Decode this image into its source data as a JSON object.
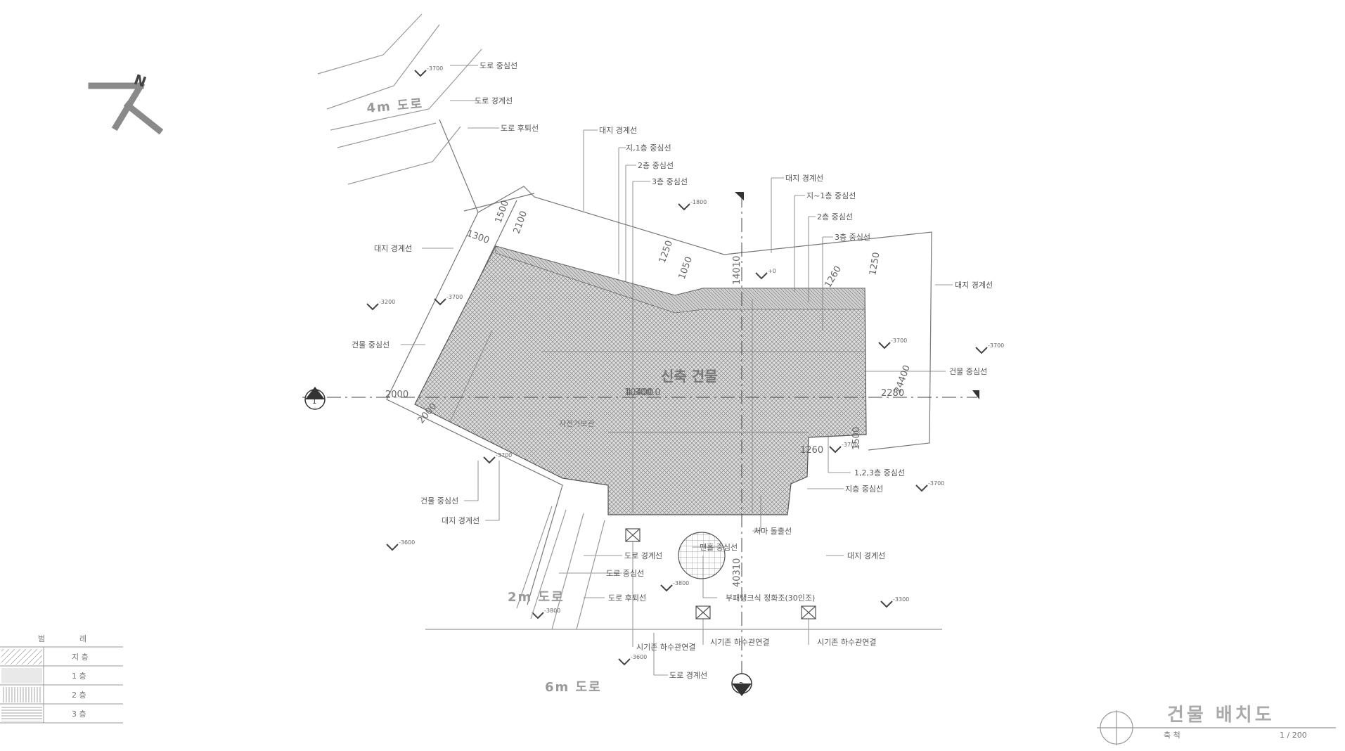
{
  "north_label": "N",
  "roads": {
    "road_4m": "4m 도로",
    "road_2m": "2m 도로",
    "road_6m": "6m 도로"
  },
  "callouts": [
    "도로 중심선",
    "도로 경계선",
    "도로 후퇴선",
    "대지 경계선",
    "지,1층 중심선",
    "2층 중심선",
    "3층 중심선",
    "대지 경계선",
    "지~1층 중심선",
    "2층 중심선",
    "3층 중심선",
    "대지 경계선",
    "대지 경계선",
    "건물 중심선",
    "건물 중심선",
    "1,2,3층 중심선",
    "지층 중심선",
    "건물 중심선",
    "대지 경계선",
    "처마 돌출선",
    "대지 경계선",
    "도로 경계선",
    "도로 중심선",
    "도로 후퇴선",
    "맨홀 중심선",
    "부패탱크식 정화조(30인조)",
    "시기존 하수관연결",
    "시기존 하수관연결",
    "시기존 하수관연결",
    "도로 경계선"
  ],
  "dimensions": [
    "1300",
    "1500",
    "2100",
    "1250",
    "1050",
    "14010",
    "1260",
    "1250",
    "2000",
    "10400",
    "24400",
    "2280",
    "1260",
    "1500",
    "40310",
    "2000"
  ],
  "level_marks": [
    "-3700",
    "-1800",
    "+0",
    "-3200",
    "-3700",
    "-3700",
    "-3700",
    "-3700",
    "-3700",
    "-3700",
    "-3600",
    "-3800",
    "-3300",
    "-3800",
    "-3600"
  ],
  "building_name": "신축 건물",
  "building_area": "4,300.0",
  "parking_label": "자전거보관",
  "section_marks": {
    "left": "1",
    "bottom": "2"
  },
  "legend": {
    "header_left": "범",
    "header_right": "례",
    "rows": [
      "지 층",
      "1 층",
      "2 층",
      "3 층"
    ]
  },
  "title_block": {
    "title": "건물 배치도",
    "scale_label": "축 척",
    "scale_value": "1 / 200"
  }
}
